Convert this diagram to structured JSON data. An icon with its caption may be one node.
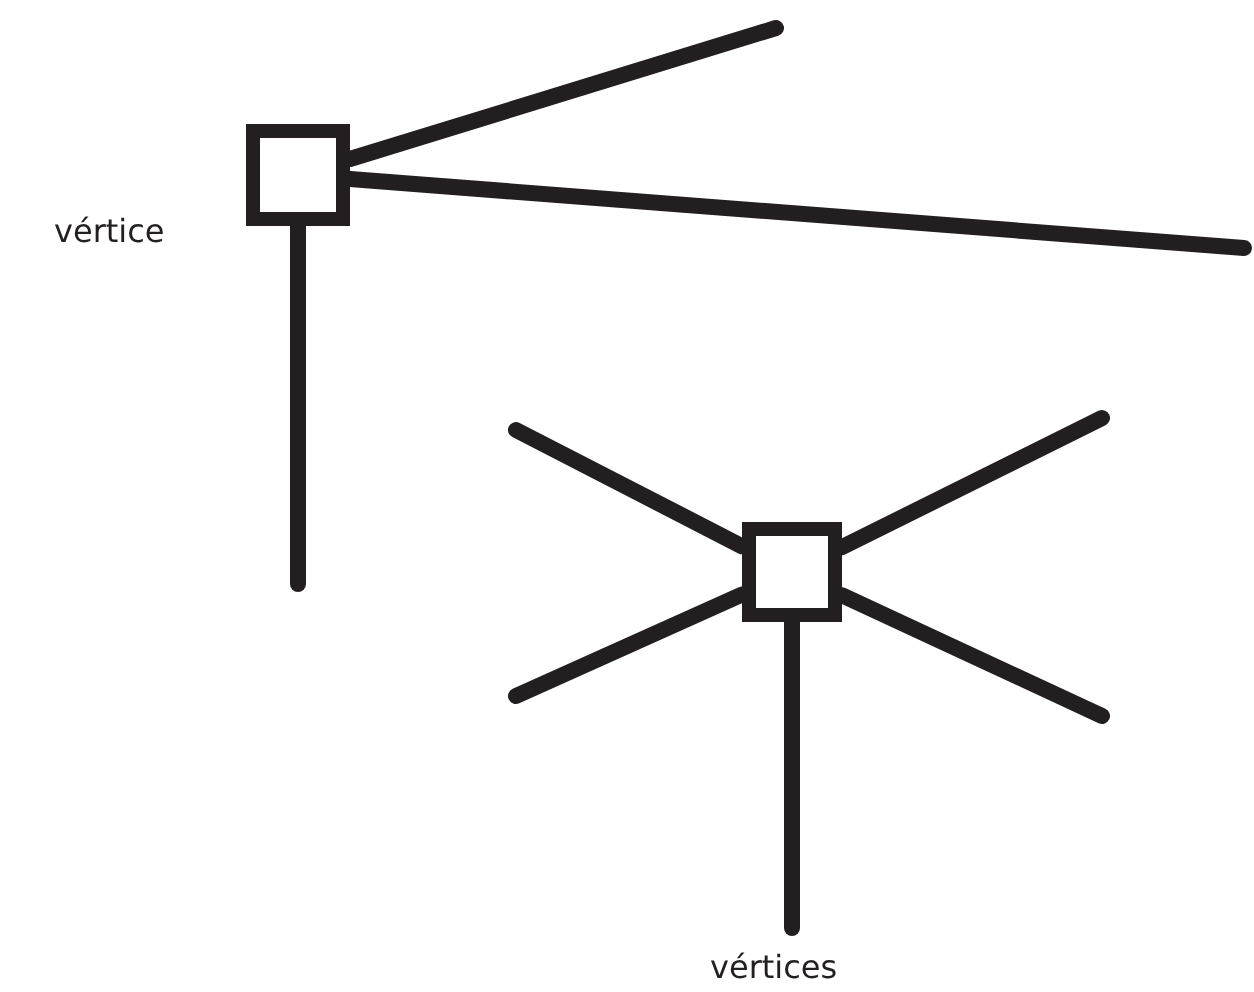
{
  "diagram": {
    "nodes": [
      {
        "text": [],
        "shape": "box",
        "beside": [
          "vértice"
        ]
      },
      {
        "text": [],
        "shape": "box"
      }
    ],
    "edges": [
      {
        "from": 0,
        "to": null,
        "arrow": "none"
      },
      {
        "from": 0,
        "to": null,
        "arrow": "none"
      },
      {
        "from": 0,
        "to": null,
        "arrow": "none"
      },
      {
        "from": 1,
        "to": null,
        "arrow": "none"
      },
      {
        "from": 1,
        "to": null,
        "arrow": "none"
      },
      {
        "from": 1,
        "to": null,
        "arrow": "none"
      },
      {
        "from": 1,
        "to": null,
        "arrow": "none"
      },
      {
        "from": 1,
        "to": null,
        "arrow": "none"
      }
    ],
    "labels": [
      "vértices"
    ]
  }
}
